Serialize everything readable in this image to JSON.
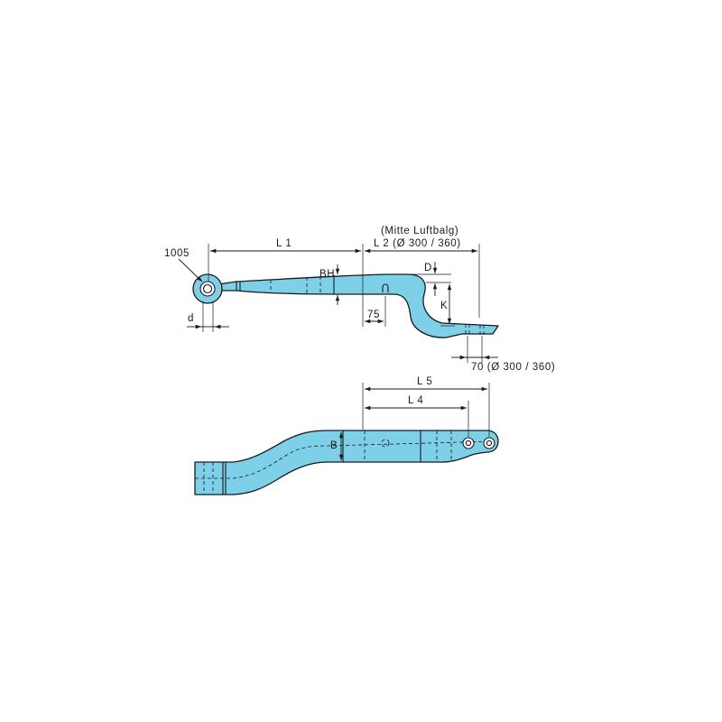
{
  "labels": {
    "mitte_luftbalg": "(Mitte Luftbalg)",
    "l1": "L 1",
    "l2": "L 2 (Ø 300 / 360)",
    "part_no": "1005",
    "bh": "BH",
    "d_upper": "D",
    "k": "K",
    "d_lower": "d",
    "dim_75": "75",
    "dim_70": "70 (Ø 300 / 360)",
    "l5": "L 5",
    "l4": "L 4",
    "b": "B"
  },
  "colors": {
    "part_fill": "#7ecfe8",
    "line": "#1a1a1a"
  }
}
